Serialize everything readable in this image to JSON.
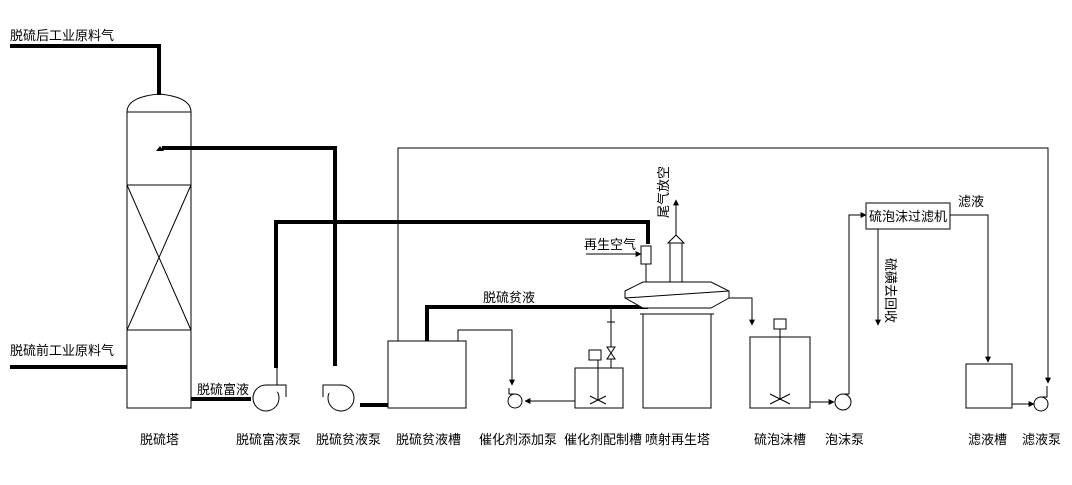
{
  "streams": {
    "gas_after": "脱硫后工业原料气",
    "gas_before": "脱硫前工业原料气",
    "rich_liquid": "脱硫富液",
    "lean_liquid": "脱硫贫液",
    "regen_air": "再生空气",
    "tail_gas": "尾气放空",
    "filtrate": "滤液",
    "sulfur_recovery": "硫磺去回收"
  },
  "equipment": {
    "tower": "脱硫塔",
    "rich_pump": "脱硫富液泵",
    "lean_pump": "脱硫贫液泵",
    "lean_tank": "脱硫贫液槽",
    "catalyst_pump": "催化剂添加泵",
    "catalyst_tank": "催化剂配制槽",
    "regen_tower": "喷射再生塔",
    "foam_tank": "硫泡沫槽",
    "foam_pump": "泡沫泵",
    "filter": "硫泡沫过滤机",
    "filtrate_tank": "滤液槽",
    "filtrate_pump": "滤液泵"
  }
}
